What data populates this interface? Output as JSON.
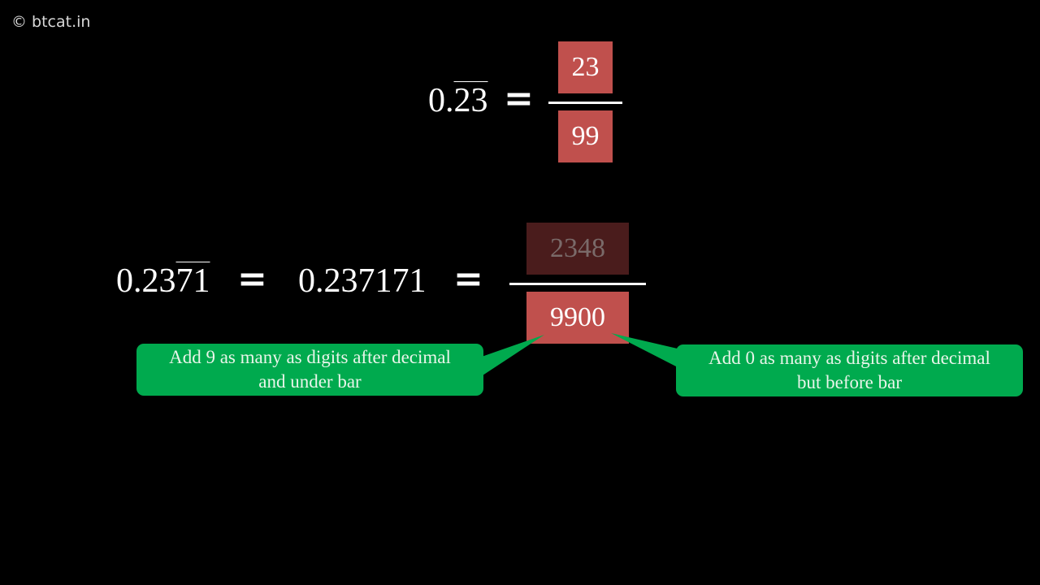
{
  "watermark": "© btcat.in",
  "example1": {
    "whole": "0.",
    "repeating": "23",
    "equals": "=",
    "numerator": "23",
    "denominator": "99"
  },
  "example2": {
    "whole": "0.23",
    "repeating": "71",
    "equals1": "=",
    "expanded": "0.237171",
    "equals2": "=",
    "numerator": "2348",
    "denominator": "9900"
  },
  "callouts": {
    "left": {
      "line1": "Add 9 as many as digits after decimal",
      "line2": "and under bar"
    },
    "right": {
      "line1": "Add 0 as many as digits after decimal",
      "line2": "but before bar"
    }
  },
  "colors": {
    "box_red": "#c0504d",
    "box_dim": "#4a1c1c",
    "callout_green": "#00aa4e",
    "background": "#000000"
  }
}
